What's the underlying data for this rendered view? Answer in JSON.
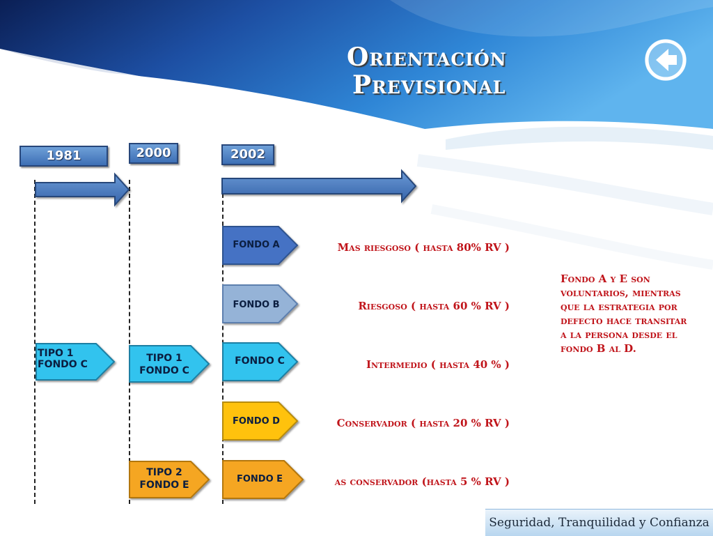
{
  "slide": {
    "title_line1": "Orientación",
    "title_line2": "Previsional",
    "footer": "Seguridad, Tranquilidad y Confianza"
  },
  "years": [
    "1981",
    "2000",
    "2002"
  ],
  "nodes": {
    "tipo1_1981": "TIPO 1\nFONDO C",
    "tipo1_2000": "TIPO 1\nFONDO C",
    "tipo2_2000": "TIPO 2\nFONDO E",
    "fondo_a": "FONDO A",
    "fondo_b": "FONDO B",
    "fondo_c": "FONDO C",
    "fondo_d": "FONDO D",
    "fondo_e": "FONDO E"
  },
  "descriptions": {
    "fondo_a": "Mas riesgoso ( hasta 80% RV )",
    "fondo_b": "Riesgoso ( hasta 60 % RV )",
    "fondo_c": "Intermedio ( hasta 40 % )",
    "fondo_d": "Conservador ( hasta 20 % RV )",
    "fondo_e": "as conservador (hasta 5 % RV )"
  },
  "note": "Fondo  A y E son voluntarios, mientras que la estrategia por defecto hace transitar a la persona desde el fondo B al D.",
  "colors": {
    "fondo_a": "#4472c4",
    "fondo_b": "#95b3d7",
    "fondo_c": "#33c3ee",
    "fondo_d": "#ffc20e",
    "fondo_e": "#f5a623",
    "tipo_c": "#33c3ee",
    "tipo_e": "#f5a623",
    "text_red": "#c0141a"
  },
  "icons": {
    "back": "back-arrow-icon"
  }
}
